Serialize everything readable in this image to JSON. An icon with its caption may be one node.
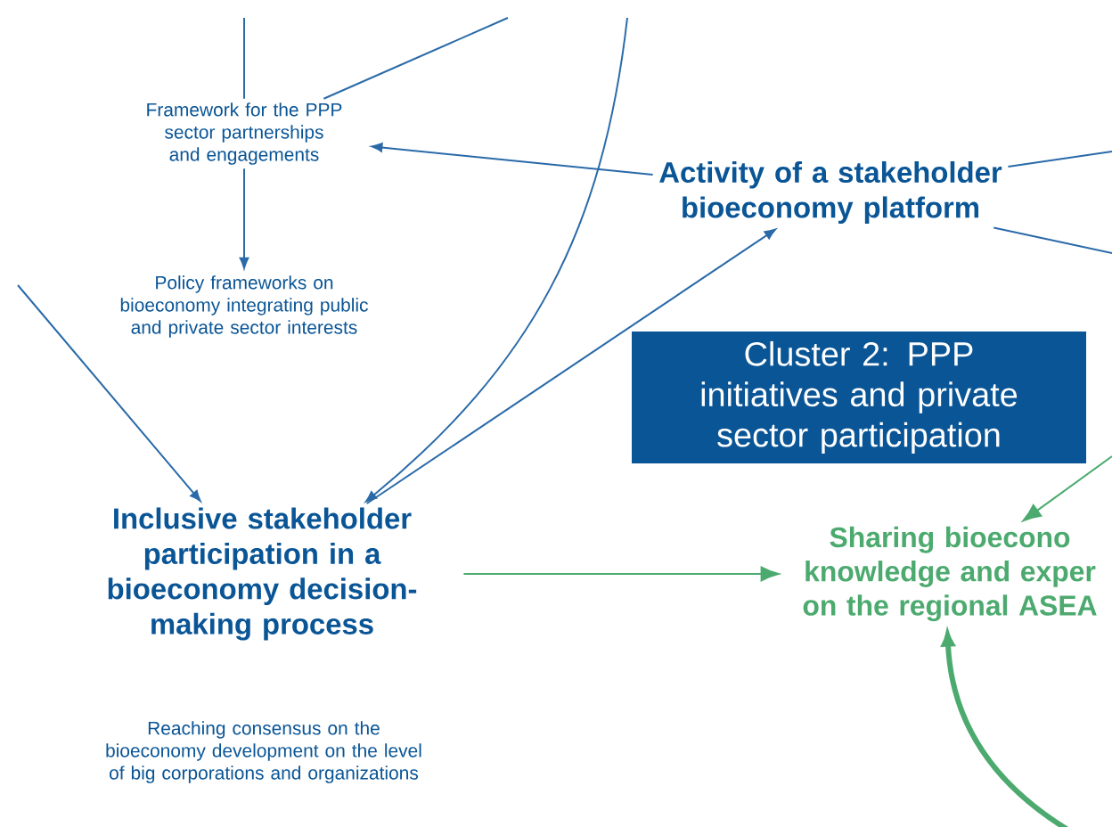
{
  "diagram": {
    "nodes": [
      {
        "text": [
          "Framework for the PPP sector partnerships and engagements"
        ]
      },
      {
        "text": [
          "Policy frameworks on bioeconomy integrating public and private sector interests"
        ]
      },
      {
        "text": [
          "Activity of a stakeholder bioeconomy platform"
        ]
      },
      {
        "text": [
          "Cluster 2: PPP initiatives and private sector participation"
        ]
      },
      {
        "text": [
          "Inclusive stakeholder participation in a bioeconomy decision-making process"
        ]
      },
      {
        "text": [
          "Reaching consensus on the bioeconomy development on the level of big corporations and organizations"
        ]
      },
      {
        "text": [
          "Sharing bioecono knowledge and exper on the regional ASEA"
        ]
      }
    ],
    "edges": [
      {
        "from": null,
        "to": 0,
        "arrow": "none"
      },
      {
        "from": 0,
        "to": null,
        "arrow": "none"
      },
      {
        "from": 2,
        "to": 0,
        "arrow": "to"
      },
      {
        "from": 0,
        "to": 1,
        "arrow": "to"
      },
      {
        "from": null,
        "to": 4,
        "arrow": "to"
      },
      {
        "from": null,
        "to": 4,
        "arrow": "to"
      },
      {
        "from": 4,
        "to": 2,
        "arrow": "to"
      },
      {
        "from": 2,
        "to": null,
        "arrow": "none"
      },
      {
        "from": 2,
        "to": null,
        "arrow": "none"
      },
      {
        "from": 4,
        "to": 6,
        "arrow": "to",
        "color": "#4caa6f"
      },
      {
        "from": null,
        "to": 6,
        "arrow": "to",
        "color": "#4caa6f"
      },
      {
        "from": null,
        "to": 6,
        "arrow": "to",
        "style": "thick",
        "color": "#4caa6f"
      }
    ]
  }
}
